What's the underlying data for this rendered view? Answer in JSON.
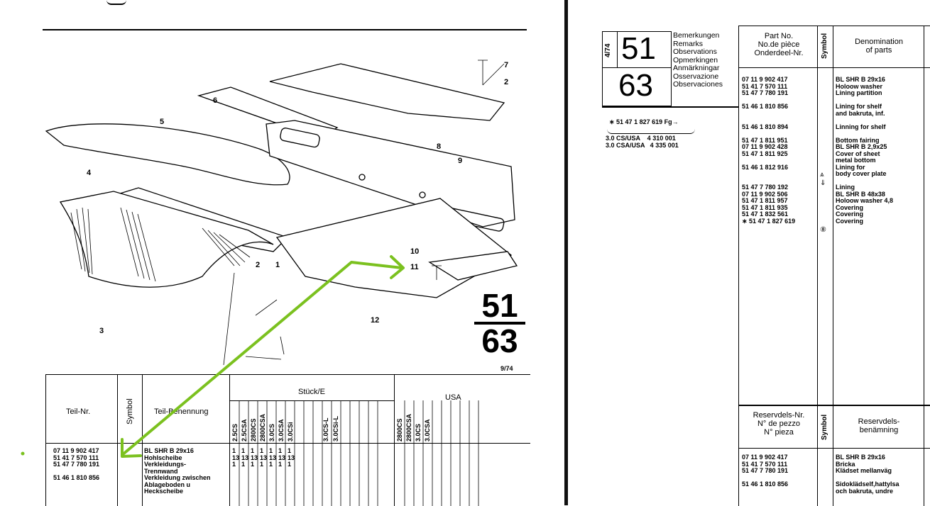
{
  "left": {
    "callouts": [
      "1",
      "2",
      "3",
      "4",
      "5",
      "6",
      "7",
      "8",
      "9",
      "10",
      "11",
      "12"
    ],
    "section_main": "51",
    "section_sub": "63",
    "date": "9/74",
    "table": {
      "col_teil_nr": "Teil-Nr.",
      "col_symbol": "Symbol",
      "col_benennung": "Teil-Benennung",
      "col_stueck": "Stück/E",
      "col_usa": "USA",
      "models_eu": [
        "2.5CS",
        "2.5CSA",
        "2800CS",
        "2800CSA",
        "3.0CS",
        "3.0CSA",
        "3.0CSi",
        "",
        "",
        "3.0CS-L",
        "3.0CSi-L"
      ],
      "models_usa": [
        "2800CS",
        "2800CSA",
        "3.0CS",
        "3.0CSA"
      ],
      "part_numbers": "07 11 9 902 417\n51 41 7 570 111\n51 47 7 780 191\n\n51 46 1 810 856",
      "names": "BL SHR B 29x16\nHohlscheibe\nVerkleidungs-\nTrennwand\nVerkleidung zwischen\nAblageboden u\nHeckscheibe",
      "qty_row1": "1",
      "qty_row2": "13",
      "qty_row3": "1"
    }
  },
  "right": {
    "date_tag": "4/74",
    "section_main": "51",
    "section_sub": "63",
    "remarks": [
      "Bemerkungen",
      "Remarks",
      "Observations",
      "Opmerkingen",
      "Anmärkningar",
      "Osservazione",
      "Observaciones"
    ],
    "supersede_note": "∗ 51 47 1 827 619 Fg→",
    "model_lines": "3.0 CS/USA    4 310 001\n3.0 CSA/USA   4 335 001",
    "col_part_no": "Part No.\nNo.de pièce\nOnderdeel-Nr.",
    "col_symbol": "Symbol",
    "col_denomination": "Denomination\nof parts",
    "part_numbers": "07 11 9 902 417\n51 41 7 570 111\n51 47 7 780 191\n\n51 46 1 810 856\n\n\n51 46 1 810 894\n\n51 47 1 811 951\n07 11 9 902 428\n51 47 1 811 925\n\n51 46 1 812 916\n\n\n51 47 7 780 192\n07 11 9 902 506\n51 47 1 811 957\n51 47 1 811 935\n51 47 1 832 561\n∗ 51 47 1 827 619",
    "denominations": "BL SHR B 29x16\nHoloow washer\nLining partition\n\nLining for shelf\nand bakruta, inf.\n\nLinning for shelf\n\nBottom fairing\nBL SHR B 2,9x25\nCover of sheet\nmetal bottom\nLining for\nbody cover plate\n\nLining\nBL SHR B 48x38\nHoloow washer 4,8\nCovering\nCovering\nCovering",
    "col_reserv_nr": "Reservdels-Nr.\nN° de pezzo\nN° pieza",
    "col_reserv_symbol": "Symbol",
    "col_reserv_name": "Reservdels-\nbenämning",
    "reserv_numbers": "07 11 9 902 417\n51 41 7 570 111\n51 47 7 780 191\n\n51 46 1 810 856",
    "reserv_names": "BL SHR B 29x16\nBricka\nKlädset mellanväg\n\nSidoklädself,hattylsa\noch bakruta, undre"
  },
  "colors": {
    "annotation": "#7bc11f"
  }
}
